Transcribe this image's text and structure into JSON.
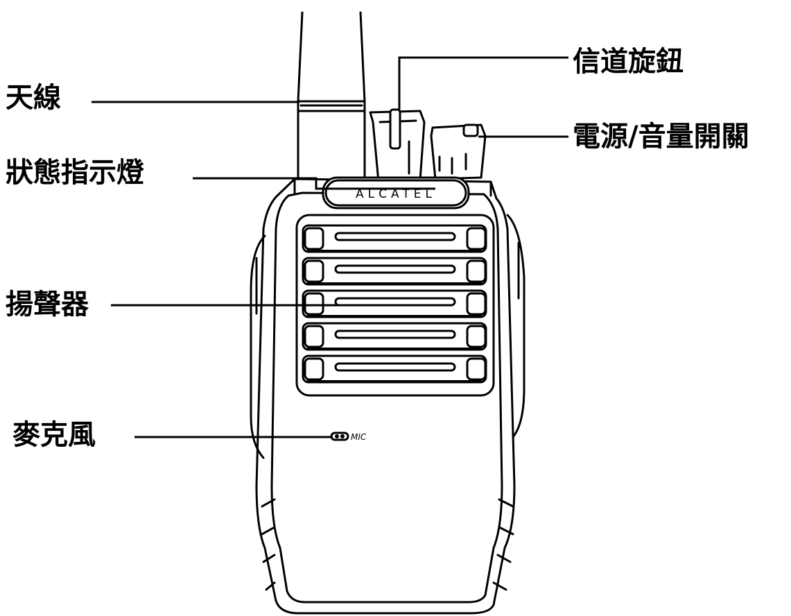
{
  "labels": {
    "antenna": "天線",
    "status_light": "狀態指示燈",
    "speaker": "揚聲器",
    "microphone": "麥克風",
    "channel_knob": "信道旋鈕",
    "power_volume_switch": "電源/音量開關"
  },
  "device": {
    "brand": "ALCATEL",
    "mic_marking": "MIC"
  },
  "colors": {
    "ink": "#000000",
    "background": "#ffffff"
  }
}
